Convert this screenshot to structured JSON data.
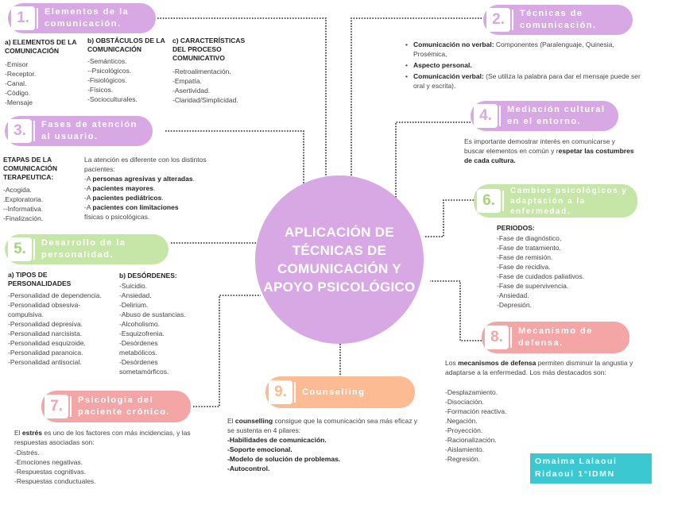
{
  "center": {
    "title": "APLICACIÓN DE TÉCNICAS DE COMUNICACIÓN Y APOYO PSICOLÓGICO"
  },
  "nodes": [
    {
      "num": "1.",
      "title": "Elementos de la comunicación."
    },
    {
      "num": "2.",
      "title": "Técnicas de comunicación."
    },
    {
      "num": "3.",
      "title": "Fases de atención al usuario."
    },
    {
      "num": "4.",
      "title": "Mediación cultural en el entorno."
    },
    {
      "num": "5.",
      "title": "Desarrollo de la personalidad."
    },
    {
      "num": "6.",
      "title": "Cambios psicológicos y adaptación a la enfermedad."
    },
    {
      "num": "7.",
      "title": "Psicología del paciente crónico."
    },
    {
      "num": "8.",
      "title": "Mecanismo de defensa."
    },
    {
      "num": "9.",
      "title": "Counselling"
    }
  ],
  "n1": {
    "a_head": "a) ELEMENTOS DE LA COMUNICACIÓN",
    "a_items": [
      "-Emisor",
      "-Receptor.",
      "-Canal.",
      "-Código.",
      "-Mensaje"
    ],
    "b_head": "b) OBSTÁCULOS DE LA COMUNICACIÓN",
    "b_items": [
      "-Semánticos.",
      "--Psicológicos.",
      "-Fisiológicos.",
      "-Físicos.",
      "-Socioculturales."
    ],
    "c_head": "c) CARACTERÍSTICAS DEL PROCESO COMUNICATIVO",
    "c_items": [
      "-Retroalimentación.",
      "-Empatía.",
      "-Asertividad.",
      "-Claridad/Simplicidad."
    ]
  },
  "n2": {
    "b1_bold": "Comunicación no verbal:",
    "b1_rest": " Componentes (Paralenguaje, Quinesia, Prosémica,",
    "b2_bold": "Aspecto personal.",
    "b3_bold": "Comunicación verbal:",
    "b3_rest": " (Se utiliza la palabra para dar el mensaje puede ser oral y escrita)."
  },
  "n3": {
    "head": "ETAPAS DE LA COMUNICACIÓN TERAPEUTICA:",
    "items": [
      "-Acogida.",
      ".Exploratoria.",
      "--Informativa.",
      "-Finalización."
    ],
    "intro": "La atención es diferente con los distintos pacientes:",
    "p1_pre": "-A ",
    "p1_bold": "personas agresivas y alteradas",
    "p1_post": ".",
    "p2_pre": "-A ",
    "p2_bold": "pacientes mayores",
    "p2_post": ".",
    "p3_pre": "-A ",
    "p3_bold": "pacientes pediátricos",
    "p3_post": ".",
    "p4_pre": "-A ",
    "p4_bold": "pacientes con limitaciones",
    "p4_post": "",
    "p5": "físicas o psicológicas."
  },
  "n4": {
    "t1": "Es importante demostrar interés en comunicarse y buscar elementos en común y r",
    "t1_bold": "espetar las costumbres de cada cultura."
  },
  "n5": {
    "a_head": "a) TIPOS DE PERSONALIDADES",
    "a_items": [
      "-Personalidad de dependencia.",
      "-Personalidad obsesiva-",
      "compulsiva.",
      "-Personalidad depresiva.",
      "-Personalidad narcisista.",
      "-Personalidad esquizoide.",
      "-Personalidad paranoica.",
      "-Personalidad antisocial."
    ],
    "b_head": "b) DESÓRDENES:",
    "b_items": [
      "-Suicidio.",
      "-Ansiedad.",
      "-Delirium.",
      "-Abuso de sustancias.",
      "-Alcoholismo.",
      "-Esquizofrenia.",
      "-Desórdenes",
      "metabólicos.",
      "-Desórdenes",
      "sometamórficos."
    ]
  },
  "n6": {
    "head": "PERIODOS:",
    "items": [
      "-Fase de diagnóstico,",
      "-Fase de tratamiento.",
      "-Fase de remisión.",
      "-Fase de recidiva.",
      "-Fase de cuidados paliativos.",
      "-Fase de supervivencia.",
      "-Ansiedad.",
      "-Depresión."
    ]
  },
  "n7": {
    "pre": "El ",
    "bold": "estrés",
    "post": " es uno de los factores con más incidencias, y las respuestas asociadas son:",
    "items": [
      "-Distrés.",
      "-Emociones negativas.",
      "-Respuestas cognitivas.",
      "-Respuestas conductuales."
    ]
  },
  "n8": {
    "pre": "Los ",
    "bold": "mecanismos de defensa",
    "post": " permiten disminuir la angustia y adaptarse a la enfermedad. Los más destacados son:",
    "items": [
      "-Desplazamiento.",
      "-Disociación.",
      "-Formación reactiva.",
      ".Negación.",
      "-Proyección.",
      "-Racionalización.",
      "-Aislamiento.",
      "-Regresión."
    ]
  },
  "n9": {
    "pre": "El ",
    "bold": "counselling",
    "post": " consigue que la comunicación sea más eficaz y se sustenta en 4 pilares:",
    "items": [
      "-Habilidades de comunicación.",
      "-Soporte emocional.",
      "-Modelo de solución de problemas.",
      "-Autocontrol."
    ]
  },
  "signature": {
    "line1": "Omaima Lalaoui",
    "line2": "Ridaoui 1°IDMN"
  },
  "colors": {
    "lavender": "#d8a8e5",
    "green": "#c5e6a6",
    "pink": "#f4a6a6",
    "orange": "#fdbb94",
    "cyan": "#3cc8d0"
  }
}
